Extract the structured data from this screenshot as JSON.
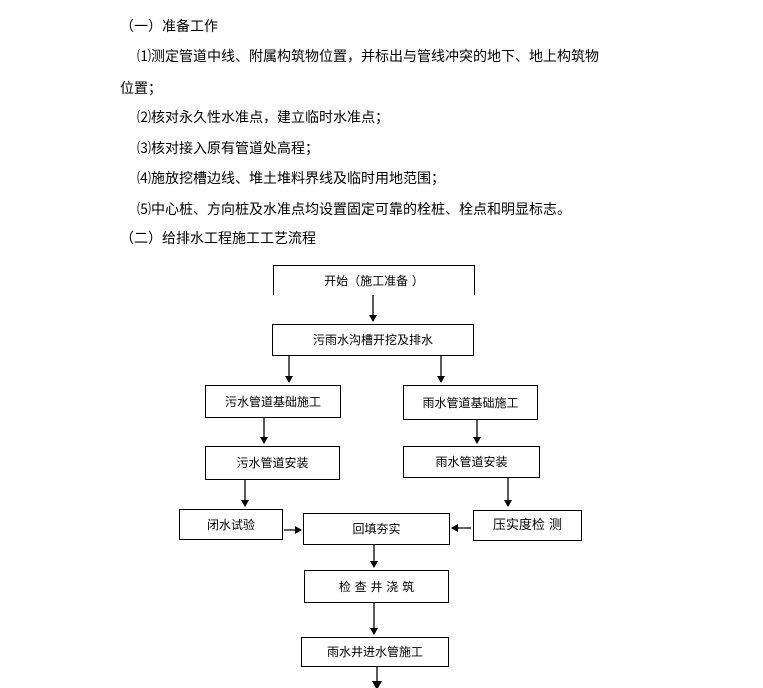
{
  "section1": {
    "heading": "（一）准备工作",
    "items": [
      "⑴测定管道中线、附属构筑物位置，并标出与管线冲突的地下、地上构筑物",
      "位置；",
      "⑵核对永久性水准点，建立临时水准点；",
      "⑶核对接入原有管道处高程；",
      "⑷施放挖槽边线、堆土堆料界线及临时用地范围；",
      "⑸中心桩、方向桩及水准点均设置固定可靠的栓桩、栓点和明显标志。"
    ]
  },
  "section2": {
    "heading": "（二）给排水工程施工工艺流程"
  },
  "flowchart": {
    "start": "开始（施工准备  ）",
    "trench": "污雨水沟槽开挖及排水",
    "sewage_base": "污水管道基础施工",
    "rain_base": "雨水管道基础施工",
    "sewage_install": "污水管道安装",
    "rain_install": "雨水管道安装",
    "closed_water_test": "闭水试验",
    "backfill": "回填夯实",
    "compaction_test": "压实度检  测",
    "well_casting": "检  查  井  浇  筑",
    "rain_inlet": "雨水井进水管施工"
  }
}
